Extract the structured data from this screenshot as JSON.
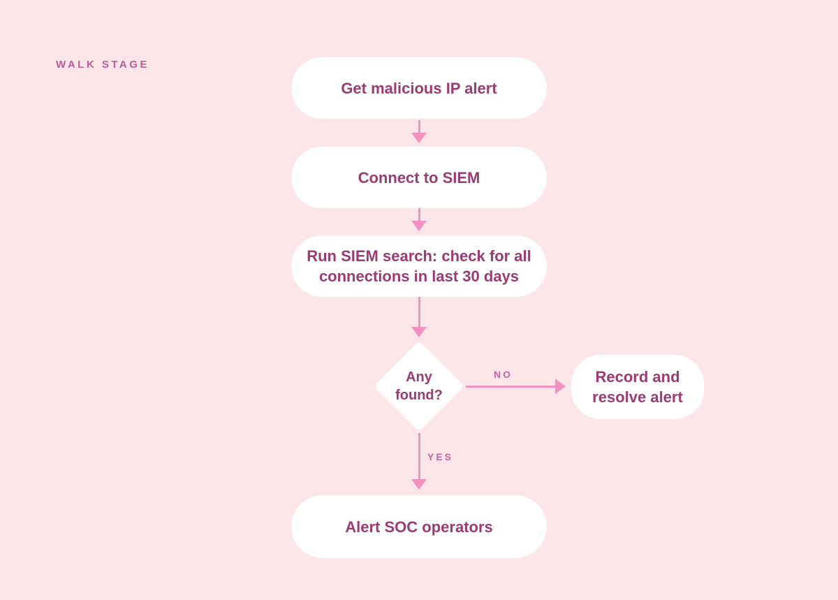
{
  "title": "WALK STAGE",
  "colors": {
    "background": "#fce6e9",
    "node_fill": "#ffffff",
    "node_text": "#9a3b73",
    "arrow": "#f391c0",
    "branch_label_text": "#c7659e",
    "title_text": "#c05a98"
  },
  "flowchart": {
    "type": "flowchart",
    "nodes": {
      "start": "Get malicious IP alert",
      "connect": "Connect to SIEM",
      "search_line1": "Run SIEM search: check for all",
      "search_line2": "connections in last 30 days",
      "decision_line1": "Any",
      "decision_line2": "found?",
      "record_line1": "Record and",
      "record_line2": "resolve alert",
      "alert": "Alert SOC operators"
    },
    "labels": {
      "no": "NO",
      "yes": "YES"
    },
    "edges": [
      {
        "from": "start",
        "to": "connect",
        "label": ""
      },
      {
        "from": "connect",
        "to": "search",
        "label": ""
      },
      {
        "from": "search",
        "to": "decision",
        "label": ""
      },
      {
        "from": "decision",
        "to": "record",
        "label": "NO"
      },
      {
        "from": "decision",
        "to": "alert",
        "label": "YES"
      }
    ]
  }
}
